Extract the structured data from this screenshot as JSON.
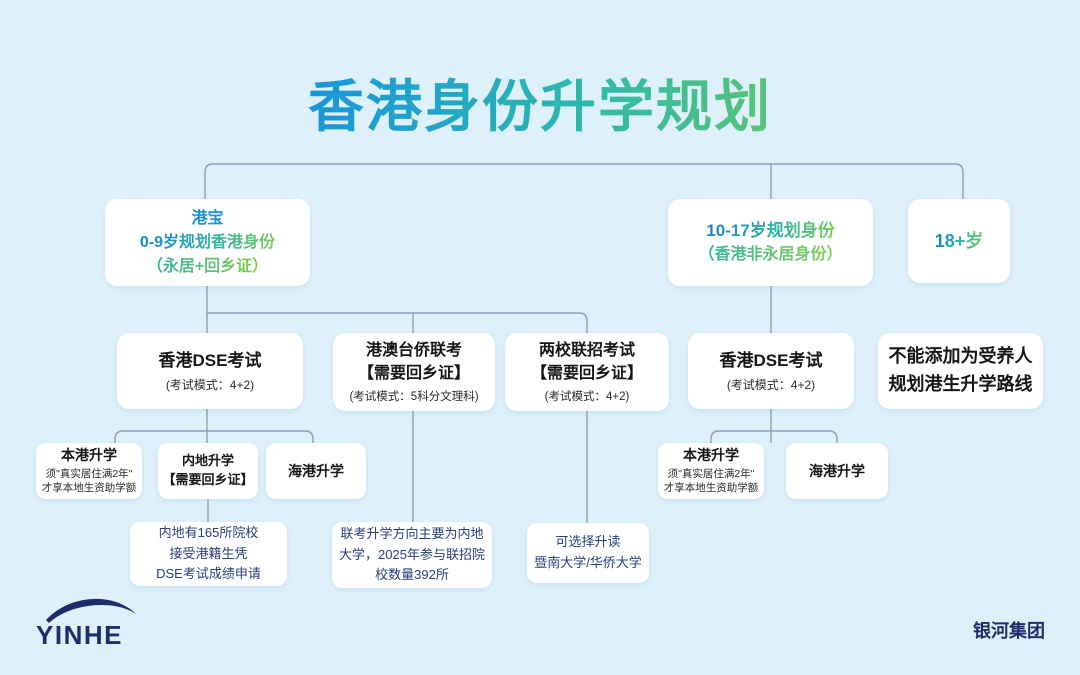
{
  "title": "香港身份升学规划",
  "nodes": {
    "age_0_9": {
      "l1": "港宝",
      "l2": "0-9岁规划香港身份",
      "l3": "（永居+回乡证）"
    },
    "age_10_17": {
      "l1": "10-17岁规划身份",
      "l2": "（香港非永居身份）"
    },
    "age_18": {
      "l1": "18+岁"
    },
    "dse_left": {
      "l1": "香港DSE考试",
      "l2": "(考试模式：4+2)"
    },
    "joint_exam": {
      "l1": "港澳台侨联考",
      "l2": "【需要回乡证】",
      "l3": "(考试模式：5科分文理科)"
    },
    "two_school": {
      "l1": "两校联招考试",
      "l2": "【需要回乡证】",
      "l3": "(考试模式：4+2)"
    },
    "dse_right": {
      "l1": "香港DSE考试",
      "l2": "(考试模式：4+2)"
    },
    "no_dependent": {
      "l1": "不能添加为受养人",
      "l2": "规划港生升学路线"
    },
    "local_left": {
      "l1": "本港升学",
      "l2": "须\"真实居住满2年\"",
      "l3": "才享本地生资助学额"
    },
    "mainland": {
      "l1": "内地升学",
      "l2": "【需要回乡证】"
    },
    "harbor_left": {
      "l1": "海港升学"
    },
    "local_right": {
      "l1": "本港升学",
      "l2": "须\"真实居住满2年\"",
      "l3": "才享本地生资助学额"
    },
    "harbor_right": {
      "l1": "海港升学"
    },
    "note_165": {
      "l1": "内地有165所院校",
      "l2": "接受港籍生凭",
      "l3": "DSE考试成绩申请"
    },
    "note_392": {
      "l1": "联考升学方向主要为内地",
      "l2": "大学，2025年参与联招院",
      "l3": "校数量392所"
    },
    "note_jinan": {
      "l1": "可选择升读",
      "l2": "暨南大学/华侨大学"
    }
  },
  "footer": {
    "logo_text": "YINHE",
    "company": "银河集团"
  },
  "colors": {
    "background": "#def1fa",
    "box": "#ffffff",
    "connector": "#8d9db8",
    "title_gradient_start": "#1568c8",
    "title_gradient_end": "#b9d647",
    "accent_blue": "#1583d6",
    "accent_green": "#7bc95f",
    "navy": "#1b2d6b",
    "note_text": "#27407c",
    "dark_text": "#161616"
  }
}
